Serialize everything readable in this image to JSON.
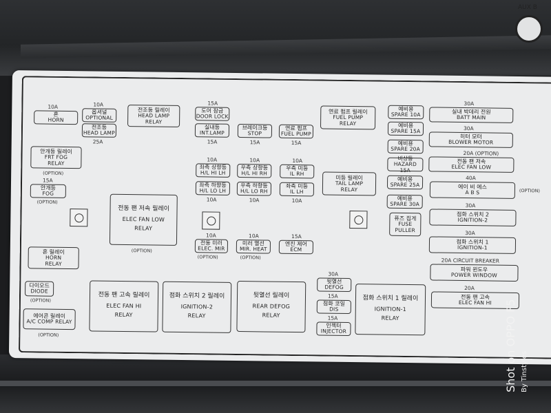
{
  "aux_label": "AUX B",
  "left": {
    "horn_rating": "10A",
    "horn_kr": "혼",
    "horn_en": "HORN",
    "opt_rating": "10A",
    "opt_kr": "옵셔널",
    "opt_en": "OPTIONAL",
    "headlamp_kr": "전조등",
    "headlamp_en": "HEAD LAMP",
    "headlamp_rating": "25A",
    "frt_fog_relay_kr": "안개등 릴레이",
    "frt_fog_relay_en1": "FRT FOG",
    "frt_fog_relay_en2": "RELAY",
    "frt_fog_option": "(OPTION)",
    "fog_rating": "15A",
    "fog_kr": "안개등",
    "fog_en": "FOG",
    "fog_option": "(OPTION)",
    "horn_relay_kr": "혼 릴레이",
    "horn_relay_en1": "HORN",
    "horn_relay_en2": "RELAY",
    "diode_kr": "다이오드",
    "diode_en": "DIODE",
    "diode_option": "(OPTION)",
    "ac_relay_kr": "에어콘 릴레이",
    "ac_relay_en": "A/C COMP RELAY",
    "ac_option": "(OPTION)"
  },
  "headlamp_relay": {
    "kr": "전조등 릴레이",
    "en1": "HEAD LAMP",
    "en2": "RELAY"
  },
  "elec_fan_low_relay": {
    "kr": "전동 팬 저속 릴레이",
    "en1": "ELEC FAN LOW",
    "en2": "RELAY",
    "option": "(OPTION)"
  },
  "elec_fan_hi_relay": {
    "kr": "전동 팬 고속 릴레이",
    "en1": "ELEC FAN HI",
    "en2": "RELAY"
  },
  "ignition2_relay": {
    "kr": "점화 스위치 2 릴레이",
    "en1": "IGNITION-2",
    "en2": "RELAY"
  },
  "rear_defog_relay": {
    "kr": "뒷열선 릴레이",
    "en1": "REAR DEFOG",
    "en2": "RELAY"
  },
  "ignition1_relay": {
    "kr": "점화 스위치 1 릴레이",
    "en1": "IGNITION-1",
    "en2": "RELAY"
  },
  "fuel_pump_relay": {
    "kr": "연료 펌프 릴레이",
    "en1": "FUEL PUMP",
    "en2": "RELAY"
  },
  "tail_lamp_relay": {
    "kr": "미등 릴레이",
    "en1": "TAIL LAMP",
    "en2": "RELAY"
  },
  "center": {
    "door_lock_rating": "15A",
    "door_lock_kr": "도어 잠금",
    "door_lock_en": "DOOR LOCK",
    "int_lamp_kr": "실내등",
    "int_lamp_en": "INT.LAMP",
    "int_lamp_rating": "15A",
    "stop_kr": "브레이크등",
    "stop_en": "STOP",
    "stop_rating": "15A",
    "fuel_pump_kr": "연료 펌프",
    "fuel_pump_en": "FUEL PUMP",
    "fuel_pump_rating": "15A",
    "hl_hi_lh_rating": "10A",
    "hl_hi_lh_kr": "좌측 상향등",
    "hl_hi_lh_en": "H/L HI LH",
    "hl_hi_rh_rating": "10A",
    "hl_hi_rh_kr": "우측 상향등",
    "hl_hi_rh_en": "H/L HI RH",
    "il_rh_rating": "10A",
    "il_rh_kr": "우측 미등",
    "il_rh_en": "IL RH",
    "hl_lo_lh_kr": "좌측 하향등",
    "hl_lo_lh_en": "H/L LO LH",
    "hl_lo_lh_rating": "10A",
    "hl_lo_rh_kr": "우측 하향등",
    "hl_lo_rh_en": "H/L LO RH",
    "hl_lo_rh_rating": "10A",
    "il_lh_kr": "좌측 미등",
    "il_lh_en": "IL LH",
    "il_lh_rating": "10A",
    "mir_rating": "10A",
    "mir_kr": "전동 미러",
    "mir_en": "ELEC. MIR",
    "mir_option": "(OPTION)",
    "mir_heat_rating": "10A",
    "mir_heat_kr": "미러 열선",
    "mir_heat_en": "MIR. HEAT",
    "mir_heat_option": "(OPTION)",
    "ecm_rating": "15A",
    "ecm_kr": "엔진 제어",
    "ecm_en": "ECM",
    "defog_rating": "30A",
    "defog_kr": "뒷열선",
    "defog_en": "DEFOG",
    "dis_rating": "15A",
    "dis_kr": "점화 코일",
    "dis_en": "DIS",
    "injector_rating": "15A",
    "injector_kr": "인젝터",
    "injector_en": "INJECTOR"
  },
  "spares": {
    "s10_kr": "예비용",
    "s10_en": "SPARE 10A",
    "s15_kr": "예비용",
    "s15_en": "SPARE 15A",
    "s20_kr": "예비용",
    "s20_en": "SPARE 20A",
    "hazard_kr": "비상등",
    "hazard_en": "HAZARD 15A",
    "s25_kr": "예비용",
    "s25_en": "SPARE 25A",
    "s30_kr": "예비용",
    "s30_en": "SPARE 30A",
    "puller_kr": "퓨즈 집게",
    "puller_en1": "FUSE",
    "puller_en2": "PULLER"
  },
  "right": {
    "batt_rating": "30A",
    "batt_kr": "실내 박데리 전원",
    "batt_en": "BATT MAIN",
    "blower_rating": "30A",
    "blower_kr": "히터 모터",
    "blower_en": "BLOWER MOTOR",
    "fan_low_rating": "20A (OPTION)",
    "fan_low_kr": "전동 팬 저속",
    "fan_low_en": "ELEC FAN LOW",
    "abs_rating": "40A",
    "abs_kr": "에이 비 에스",
    "abs_en": "A B S",
    "abs_option": "(OPTION)",
    "ign2_rating": "30A",
    "ign2_kr": "점화 스위치 2",
    "ign2_en": "IGNITION-2",
    "ign1_rating": "30A",
    "ign1_kr": "점화 스위치 1",
    "ign1_en": "IGNITION-1",
    "cb_rating": "20A CIRCUIT BREAKER",
    "pw_kr": "파워 윈도우",
    "pw_en": "POWER WINDOW",
    "fan_hi_rating": "20A",
    "fan_hi_kr": "전동 팬 고속",
    "fan_hi_en": "ELEC FAN HI"
  },
  "watermark": {
    "main": "Shot on OPPO F5",
    "sub": "By Tinstyles"
  }
}
